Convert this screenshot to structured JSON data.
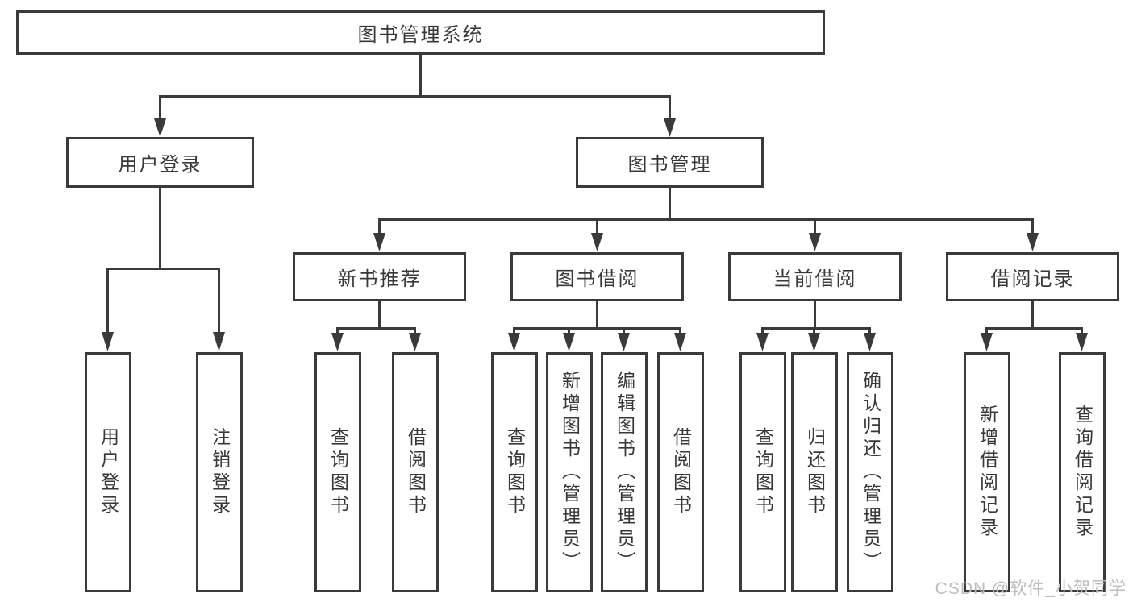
{
  "diagram": {
    "root": "图书管理系统",
    "level2": {
      "user_login": "用户登录",
      "book_management": "图书管理"
    },
    "level3": {
      "new_book_recommend": "新书推荐",
      "book_borrowing": "图书借阅",
      "current_borrowing": "当前借阅",
      "borrowing_records": "借阅记录"
    },
    "leaves": {
      "user_login": "用户登录",
      "logout": "注销登录",
      "recommend_query_books": "查询图书",
      "recommend_borrow_books": "借阅图书",
      "borrowing_query_books": "查询图书",
      "borrowing_add_books": "新增图书（管理员）",
      "borrowing_edit_books": "编辑图书（管理员）",
      "borrowing_borrow_books": "借阅图书",
      "current_query_books": "查询图书",
      "current_return_books": "归还图书",
      "current_confirm_return": "确认归还（管理员）",
      "records_add_record": "新增借阅记录",
      "records_query_record": "查询借阅记录"
    }
  },
  "watermark": "CSDN @软件_小贺同学",
  "colors": {
    "line": "#3a3a3c",
    "text": "#38383a",
    "watermark": "#bdbdbd",
    "background": "#ffffff"
  }
}
